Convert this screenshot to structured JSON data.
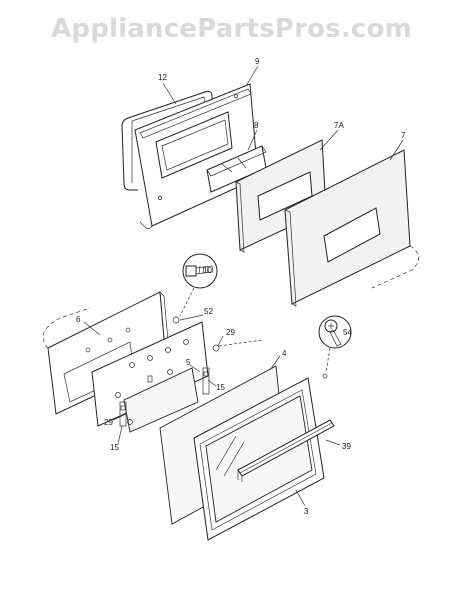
{
  "watermark": "AppliancePartsPros.com",
  "labels": {
    "p12": "12",
    "p9": "9",
    "p8": "8",
    "p7a": "7A",
    "p7": "7",
    "p10": "10",
    "p52": "52",
    "p29a": "29",
    "p6": "6",
    "p54": "54",
    "p4": "4",
    "p5": "5",
    "p15a": "15",
    "p29b": "29",
    "p15b": "15",
    "p39": "39",
    "p3": "3"
  }
}
